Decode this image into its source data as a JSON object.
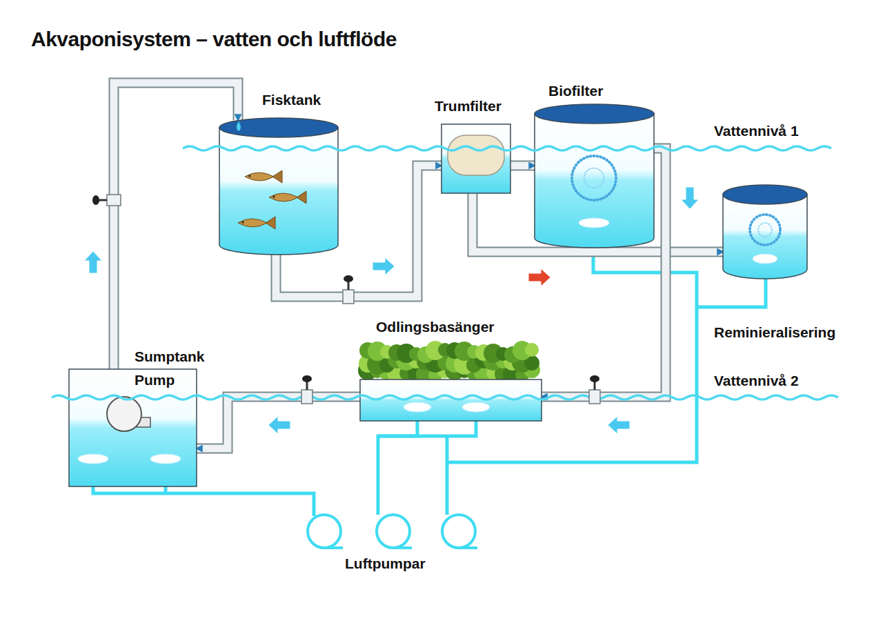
{
  "diagram": {
    "title": "Akvaponisystem – vatten och luftflöde",
    "nodes": [
      {
        "text": [
          "Fisktank"
        ]
      },
      {
        "text": [
          "Trumfilter"
        ]
      },
      {
        "text": [
          "Biofilter"
        ]
      },
      {
        "text": [
          "Reminieralisering"
        ]
      },
      {
        "text": [
          "Odlingsbasänger"
        ]
      },
      {
        "text": [
          "Sumptank",
          "Pump"
        ]
      }
    ],
    "edges": [
      {
        "from": 5,
        "to": 0,
        "arrow": "to"
      },
      {
        "from": 0,
        "to": 1,
        "arrow": "to"
      },
      {
        "from": 1,
        "to": 2,
        "arrow": "to"
      },
      {
        "from": 1,
        "to": 3,
        "arrow": "to"
      },
      {
        "from": 2,
        "to": 4,
        "arrow": "to"
      },
      {
        "from": 4,
        "to": 5,
        "arrow": "to"
      }
    ],
    "labels": [
      "Vattennivå 1",
      "Vattennivå 2",
      "Luftpumpar"
    ]
  }
}
